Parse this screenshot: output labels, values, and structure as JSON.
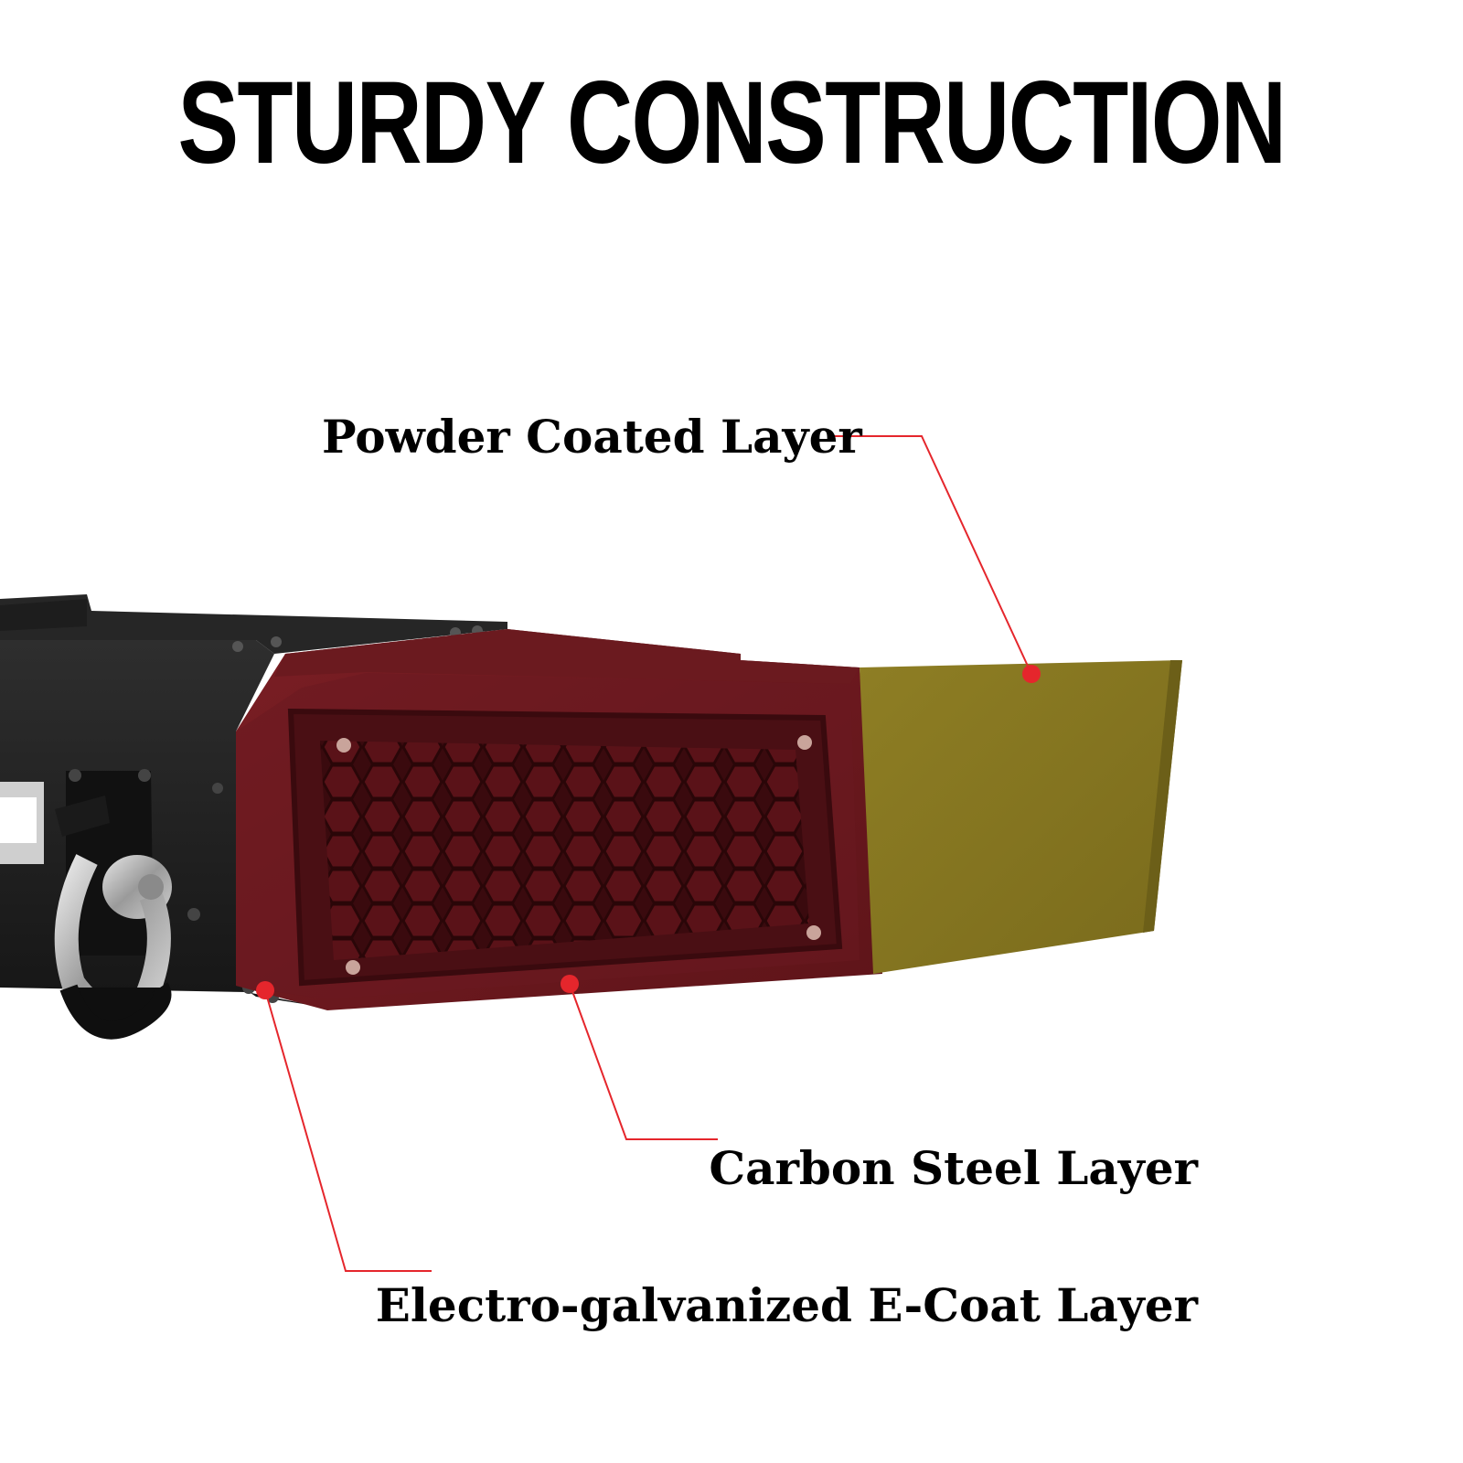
{
  "title": "STURDY CONSTRUCTION",
  "callouts": {
    "powder_coated": "Powder Coated Layer",
    "carbon_steel": "Carbon Steel Layer",
    "ecoat": "Electro-galvanized E-Coat Layer"
  },
  "colors": {
    "leader_line": "#e5262c",
    "powder_coat_layer": "#8a7a22",
    "carbon_steel_layer": "#6e1a20",
    "ecoat_layer": "#1a1a1a"
  },
  "image": {
    "subject": "bumper-end-cutaway",
    "icons": [
      "shackle-icon",
      "bolt-icon",
      "mesh-grille-icon"
    ]
  }
}
